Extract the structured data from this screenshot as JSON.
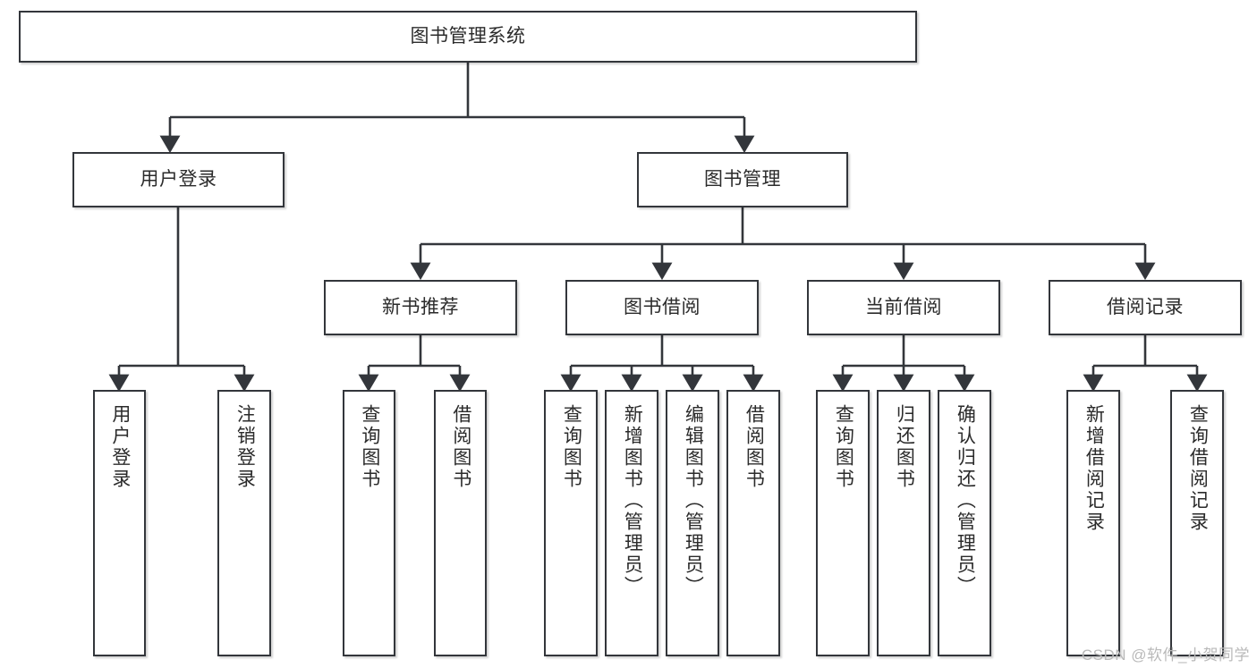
{
  "diagram": {
    "type": "tree-hierarchy-chart",
    "title_node": {
      "id": "root",
      "label": "图书管理系统"
    },
    "colors": {
      "stroke": "#33363b",
      "fill": "#ffffff",
      "text": "#2b2b2b",
      "watermark": "#b9b9b9"
    },
    "level2": [
      {
        "id": "login",
        "label": "用户登录"
      },
      {
        "id": "bookmgmt",
        "label": "图书管理"
      }
    ],
    "level3": [
      {
        "id": "newbook",
        "label": "新书推荐"
      },
      {
        "id": "borrow",
        "label": "图书借阅"
      },
      {
        "id": "current",
        "label": "当前借阅"
      },
      {
        "id": "records",
        "label": "借阅记录"
      }
    ],
    "leaves": {
      "login": [
        {
          "id": "leaf-user-login",
          "label": "用户登录"
        },
        {
          "id": "leaf-logout",
          "label": "注销登录"
        }
      ],
      "newbook": [
        {
          "id": "leaf-query-book-1",
          "label": "查询图书"
        },
        {
          "id": "leaf-borrow-book-1",
          "label": "借阅图书"
        }
      ],
      "borrow": [
        {
          "id": "leaf-query-book-2",
          "label": "查询图书"
        },
        {
          "id": "leaf-add-book",
          "label": "新增图书（管理员）"
        },
        {
          "id": "leaf-edit-book",
          "label": "编辑图书（管理员）"
        },
        {
          "id": "leaf-borrow-book-2",
          "label": "借阅图书"
        }
      ],
      "current": [
        {
          "id": "leaf-query-book-3",
          "label": "查询图书"
        },
        {
          "id": "leaf-return-book",
          "label": "归还图书"
        },
        {
          "id": "leaf-confirm-return",
          "label": "确认归还（管理员）"
        }
      ],
      "records": [
        {
          "id": "leaf-add-record",
          "label": "新增借阅记录"
        },
        {
          "id": "leaf-query-record",
          "label": "查询借阅记录"
        }
      ]
    }
  },
  "watermark": {
    "text": "CSDN @软件_小贺同学"
  }
}
